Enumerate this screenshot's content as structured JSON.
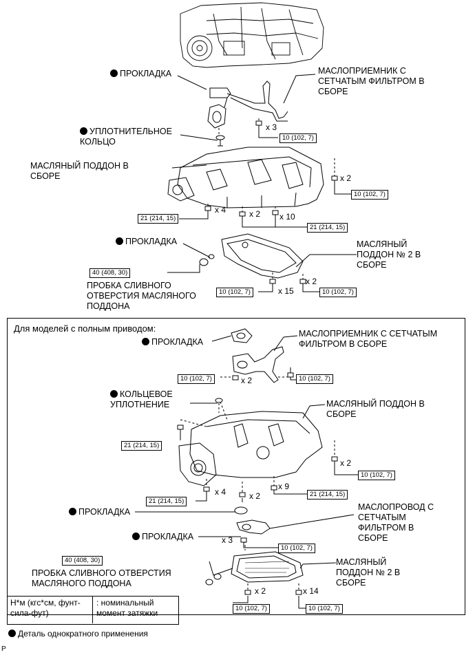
{
  "top": {
    "gasket_1": "ПРОКЛАДКА",
    "strainer": "МАСЛОПРИЕМНИК С\nСЕТЧАТЫМ ФИЛЬТРОМ В\nСБОРЕ",
    "o_ring": "УПЛОТНИТЕЛЬНОЕ\nКОЛЬЦО",
    "strainer_count": "x 3",
    "strainer_torque": "10 (102, 7)",
    "oil_pan": "МАСЛЯНЫЙ ПОДДОН В\nСБОРЕ",
    "pan_right_count": "x 2",
    "pan_right_torque": "10 (102, 7)",
    "pan_left_torque": "21 (214, 15)",
    "pan_left_count": "x 4",
    "pan_mid_count": "x 2",
    "pan_mid_count2": "x 10",
    "pan_mid_torque": "21 (214, 15)",
    "gasket_2": "ПРОКЛАДКА",
    "drain_torque": "40 (408, 30)",
    "drain_plug": "ПРОБКА СЛИВНОГО\nОТВЕРСТИЯ МАСЛЯНОГО\nПОДДОНА",
    "pan2": "МАСЛЯНЫЙ\nПОДДОН № 2 В\nСБОРЕ",
    "pan2_left_torque": "10 (102, 7)",
    "pan2_left_count": "x 15",
    "pan2_right_count": "x 2",
    "pan2_right_torque": "10 (102, 7)"
  },
  "awd": {
    "heading": "Для моделей с полным приводом:",
    "gasket_1": "ПРОКЛАДКА",
    "strainer": "МАСЛОПРИЕМНИК С СЕТЧАТЫМ\nФИЛЬТРОМ В СБОРЕ",
    "strainer_left_torque": "10 (102, 7)",
    "strainer_count": "x 2",
    "strainer_right_torque": "10 (102, 7)",
    "o_ring": "КОЛЬЦЕВОЕ\nУПЛОТНЕНИЕ",
    "pan_left_torque": "21 (214, 15)",
    "oil_pan": "МАСЛЯНЫЙ ПОДДОН В\nСБОРЕ",
    "pan_right_count": "x 2",
    "pan_right_torque": "10 (102, 7)",
    "pan_bottom_torque": "21 (214, 15)",
    "pan_bottom_count": "x 4",
    "pan_bottom_count2": "x 2",
    "pan_bottom_count3": "x 9",
    "pan_bottom_torque2": "21 (214, 15)",
    "gasket_2": "ПРОКЛАДКА",
    "oil_line": "МАСЛОПРОВОД С\nСЕТЧАТЫМ\nФИЛЬТРОМ В\nСБОРЕ",
    "gasket_3": "ПРОКЛАДКА",
    "line_count": "x 3",
    "line_torque": "10 (102, 7)",
    "drain_torque": "40 (408, 30)",
    "drain_plug": "ПРОБКА СЛИВНОГО ОТВЕРСТИЯ\nМАСЛЯНОГО ПОДДОНА",
    "pan2": "МАСЛЯНЫЙ\nПОДДОН № 2 В\nСБОРЕ",
    "pan2_count_left": "x 2",
    "pan2_count_right": "x 14",
    "pan2_left_torque": "10 (102, 7)",
    "pan2_right_torque": "10 (102, 7)"
  },
  "legend": {
    "unit": "Н*м (кгс*см, фунт-\nсила-фут)",
    "meaning": ": номинальный\nмомент затяжки",
    "single_use": "Деталь однократного применения"
  },
  "corner_mark": "P"
}
